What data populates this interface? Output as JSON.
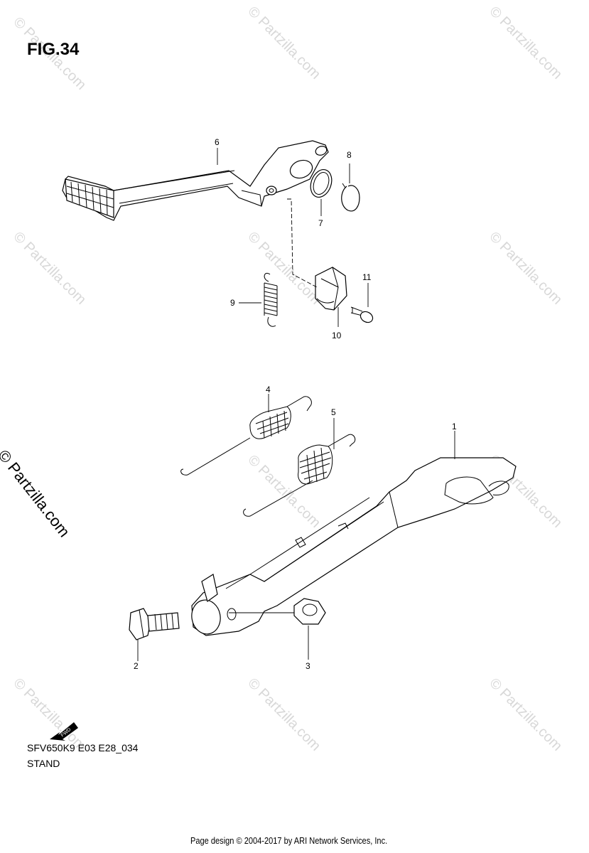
{
  "figure": {
    "title": "FIG.34"
  },
  "watermark": {
    "text": "© Partzilla.com",
    "side_text": "© Partzilla.com"
  },
  "callouts": {
    "p1": "1",
    "p2": "2",
    "p3": "3",
    "p4": "4",
    "p5": "5",
    "p6": "6",
    "p7": "7",
    "p8": "8",
    "p9": "9",
    "p10": "10",
    "p11": "11"
  },
  "fwd_badge": "FWD",
  "footer_meta": {
    "code": "SFV650K9 E03 E28_034",
    "name": "STAND"
  },
  "page_footer": "Page design © 2004-2017 by ARI Network Services, Inc."
}
